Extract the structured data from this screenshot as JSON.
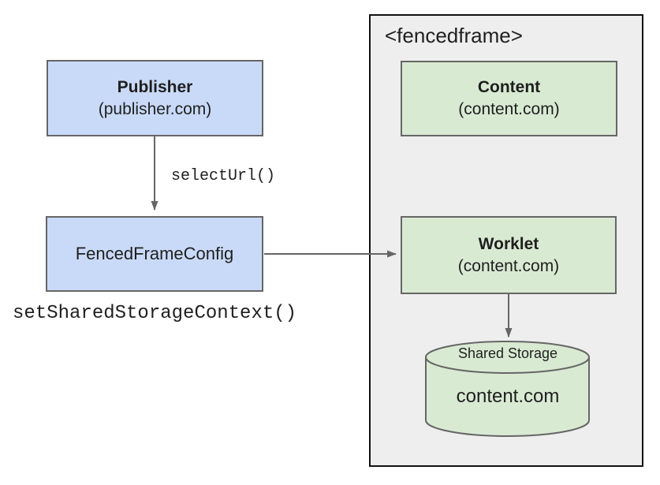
{
  "diagram": {
    "publisher_box": {
      "title": "Publisher",
      "subtitle": "(publisher.com)"
    },
    "fenced_frame_config_box": {
      "title": "FencedFrameConfig"
    },
    "select_url_arrow": {
      "label": "selectUrl()"
    },
    "set_shared_storage_context_label": "setSharedStorageContext()",
    "fencedframe_container": {
      "label": "<fencedframe>"
    },
    "content_box": {
      "title": "Content",
      "subtitle": "(content.com)"
    },
    "worklet_box": {
      "title": "Worklet",
      "subtitle": "(content.com)"
    },
    "shared_storage_cylinder": {
      "label": "Shared Storage",
      "origin": "content.com"
    },
    "colors": {
      "node_blue_fill": "#c9daf8",
      "node_green_fill": "#d9ead3",
      "node_border": "#666666",
      "frame_fill": "#eeeeee",
      "frame_border": "#111111",
      "arrow": "#666666",
      "text": "#1f1f1f",
      "background": "#ffffff"
    }
  }
}
